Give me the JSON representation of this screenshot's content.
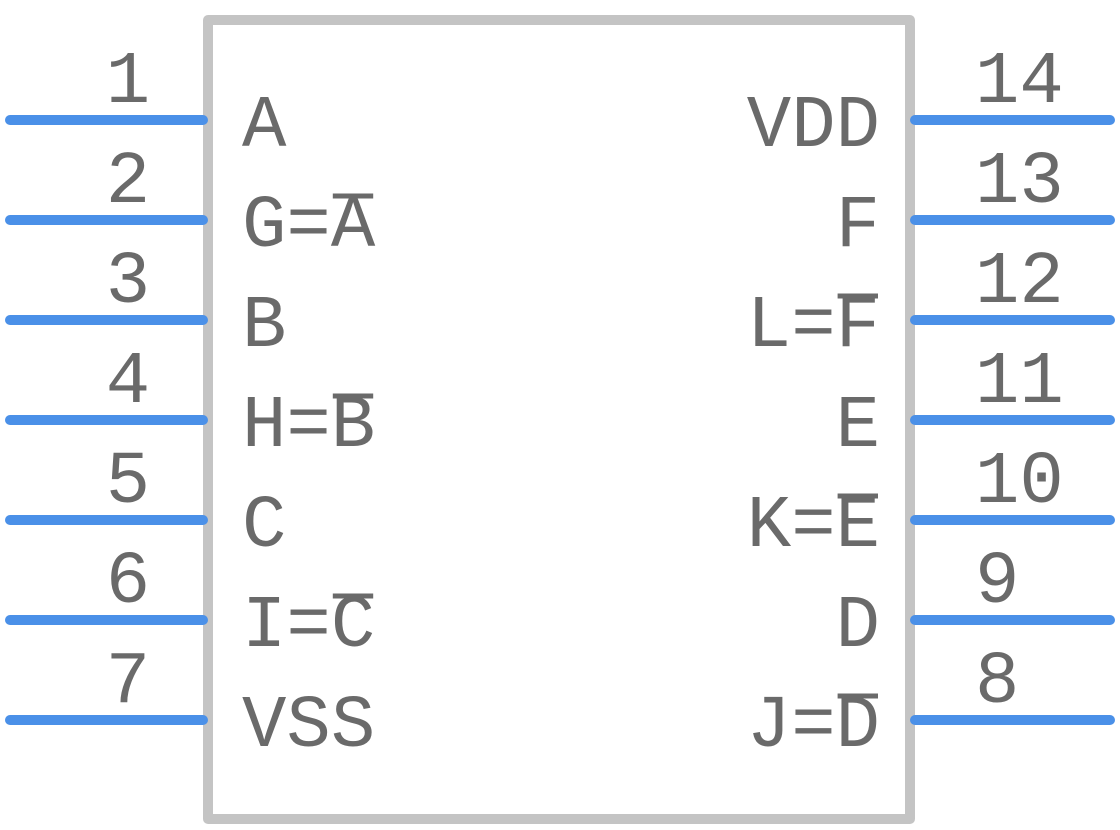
{
  "component": {
    "left_pins": [
      {
        "number": "1",
        "label": "A",
        "negated": ""
      },
      {
        "number": "2",
        "label": "G=",
        "negated": "A"
      },
      {
        "number": "3",
        "label": "B",
        "negated": ""
      },
      {
        "number": "4",
        "label": "H=",
        "negated": "B"
      },
      {
        "number": "5",
        "label": "C",
        "negated": ""
      },
      {
        "number": "6",
        "label": "I=",
        "negated": "C"
      },
      {
        "number": "7",
        "label": "VSS",
        "negated": ""
      }
    ],
    "right_pins": [
      {
        "number": "14",
        "label": "VDD",
        "negated": ""
      },
      {
        "number": "13",
        "label": "F",
        "negated": ""
      },
      {
        "number": "12",
        "label": "L=",
        "negated": "F"
      },
      {
        "number": "11",
        "label": "E",
        "negated": ""
      },
      {
        "number": "10",
        "label": "K=",
        "negated": "E"
      },
      {
        "number": "9",
        "label": "D",
        "negated": ""
      },
      {
        "number": "8",
        "label": "J=",
        "negated": "D"
      }
    ]
  },
  "colors": {
    "pin": "#4a90e8",
    "body_outline": "#c4c4c4",
    "text": "#6a6a6a"
  }
}
